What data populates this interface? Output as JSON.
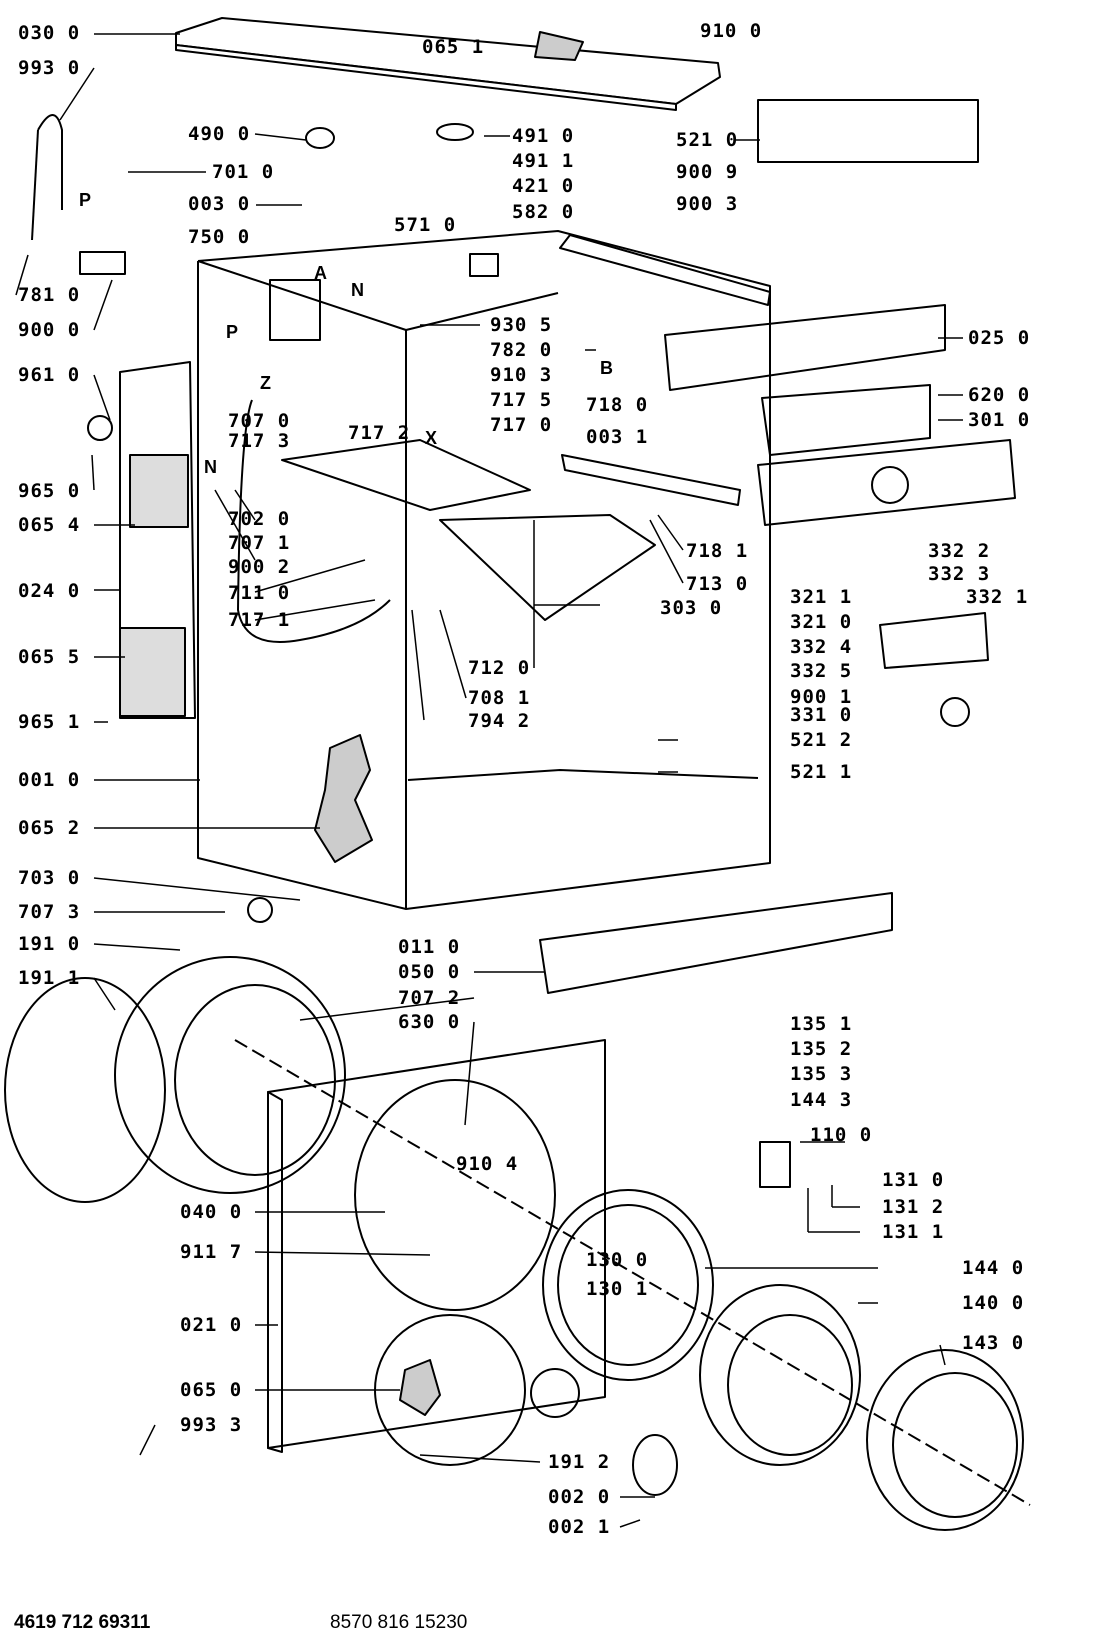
{
  "parts": [
    {
      "id": "p030",
      "code": "030 0"
    },
    {
      "id": "p993",
      "code": "993 0"
    },
    {
      "id": "p065_1",
      "code": "065 1"
    },
    {
      "id": "p910",
      "code": "910 0"
    },
    {
      "id": "p490",
      "code": "490 0"
    },
    {
      "id": "p491",
      "code": "491 0"
    },
    {
      "id": "p491_1",
      "code": "491 1"
    },
    {
      "id": "p521",
      "code": "521 0"
    },
    {
      "id": "p701",
      "code": "701 0"
    },
    {
      "id": "p003",
      "code": "003 0"
    },
    {
      "id": "p421",
      "code": "421 0"
    },
    {
      "id": "p900_9",
      "code": "900 9"
    },
    {
      "id": "p582",
      "code": "582 0"
    },
    {
      "id": "p900_3",
      "code": "900 3"
    },
    {
      "id": "p571",
      "code": "571 0"
    },
    {
      "id": "p750",
      "code": "750 0"
    },
    {
      "id": "p781",
      "code": "781 0"
    },
    {
      "id": "p900",
      "code": "900 0"
    },
    {
      "id": "p025",
      "code": "025 0"
    },
    {
      "id": "p930_5",
      "code": "930 5"
    },
    {
      "id": "p782",
      "code": "782 0"
    },
    {
      "id": "p910_3",
      "code": "910 3"
    },
    {
      "id": "p961",
      "code": "961 0"
    },
    {
      "id": "p717_5",
      "code": "717 5"
    },
    {
      "id": "p718",
      "code": "718 0"
    },
    {
      "id": "p620",
      "code": "620 0"
    },
    {
      "id": "p707",
      "code": "707 0"
    },
    {
      "id": "p717_2",
      "code": "717 2"
    },
    {
      "id": "p717",
      "code": "717 0"
    },
    {
      "id": "p301",
      "code": "301 0"
    },
    {
      "id": "p717_3",
      "code": "717 3"
    },
    {
      "id": "p003_1",
      "code": "003 1"
    },
    {
      "id": "p965",
      "code": "965 0"
    },
    {
      "id": "p065_4",
      "code": "065 4"
    },
    {
      "id": "p702",
      "code": "702 0"
    },
    {
      "id": "p707_1",
      "code": "707 1"
    },
    {
      "id": "p718_1",
      "code": "718 1"
    },
    {
      "id": "p332_2",
      "code": "332 2"
    },
    {
      "id": "p900_2",
      "code": "900 2"
    },
    {
      "id": "p332_3",
      "code": "332 3"
    },
    {
      "id": "p024",
      "code": "024 0"
    },
    {
      "id": "p711",
      "code": "711 0"
    },
    {
      "id": "p713",
      "code": "713 0"
    },
    {
      "id": "p321_1",
      "code": "321 1"
    },
    {
      "id": "p332_1",
      "code": "332 1"
    },
    {
      "id": "p303",
      "code": "303 0"
    },
    {
      "id": "p717_1",
      "code": "717 1"
    },
    {
      "id": "p321",
      "code": "321 0"
    },
    {
      "id": "p065_5",
      "code": "065 5"
    },
    {
      "id": "p332_4",
      "code": "332 4"
    },
    {
      "id": "p712",
      "code": "712 0"
    },
    {
      "id": "p332_5",
      "code": "332 5"
    },
    {
      "id": "p708_1",
      "code": "708 1"
    },
    {
      "id": "p900_1",
      "code": "900 1"
    },
    {
      "id": "p965_1",
      "code": "965 1"
    },
    {
      "id": "p331",
      "code": "331 0"
    },
    {
      "id": "p794_2",
      "code": "794 2"
    },
    {
      "id": "p521_2",
      "code": "521 2"
    },
    {
      "id": "p001",
      "code": "001 0"
    },
    {
      "id": "p521_1",
      "code": "521 1"
    },
    {
      "id": "p065_2",
      "code": "065 2"
    },
    {
      "id": "p703",
      "code": "703 0"
    },
    {
      "id": "p707_3",
      "code": "707 3"
    },
    {
      "id": "p191",
      "code": "191 0"
    },
    {
      "id": "p011",
      "code": "011 0"
    },
    {
      "id": "p050",
      "code": "050 0"
    },
    {
      "id": "p191_1",
      "code": "191 1"
    },
    {
      "id": "p707_2",
      "code": "707 2"
    },
    {
      "id": "p630",
      "code": "630 0"
    },
    {
      "id": "p135_1",
      "code": "135 1"
    },
    {
      "id": "p135_2",
      "code": "135 2"
    },
    {
      "id": "p135_3",
      "code": "135 3"
    },
    {
      "id": "p144_3",
      "code": "144 3"
    },
    {
      "id": "p110",
      "code": "110 0"
    },
    {
      "id": "p910_4",
      "code": "910 4"
    },
    {
      "id": "p131",
      "code": "131 0"
    },
    {
      "id": "p040",
      "code": "040 0"
    },
    {
      "id": "p131_2",
      "code": "131 2"
    },
    {
      "id": "p131_1",
      "code": "131 1"
    },
    {
      "id": "p130",
      "code": "130 0"
    },
    {
      "id": "p144",
      "code": "144 0"
    },
    {
      "id": "p911_7",
      "code": "911 7"
    },
    {
      "id": "p130_1",
      "code": "130 1"
    },
    {
      "id": "p140",
      "code": "140 0"
    },
    {
      "id": "p021",
      "code": "021 0"
    },
    {
      "id": "p143",
      "code": "143 0"
    },
    {
      "id": "p065",
      "code": "065 0"
    },
    {
      "id": "p993_3",
      "code": "993 3"
    },
    {
      "id": "p191_2",
      "code": "191 2"
    },
    {
      "id": "p002",
      "code": "002 0"
    },
    {
      "id": "p002_1",
      "code": "002 1"
    }
  ],
  "letters": [
    {
      "id": "lP1",
      "text": "P"
    },
    {
      "id": "lA",
      "text": "A"
    },
    {
      "id": "lN1",
      "text": "N"
    },
    {
      "id": "lP2",
      "text": "P"
    },
    {
      "id": "lZ",
      "text": "Z"
    },
    {
      "id": "lB",
      "text": "B"
    },
    {
      "id": "lX",
      "text": "X"
    },
    {
      "id": "lN2",
      "text": "N"
    }
  ],
  "footer": {
    "left": "4619 712 69311",
    "center": "8570 816 15230"
  }
}
